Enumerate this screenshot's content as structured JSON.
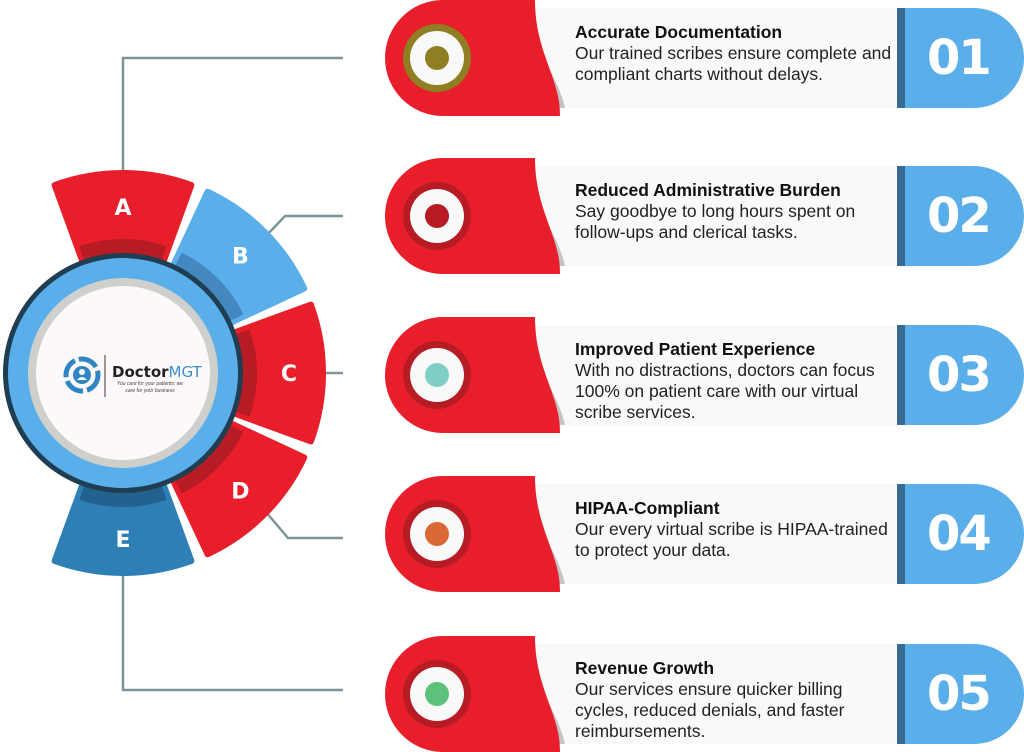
{
  "logo": {
    "brand_a": "Doctor",
    "brand_b": "MGT",
    "tagline_1": "You care for your patients; we",
    "tagline_2": "care for your business"
  },
  "segments": [
    {
      "label": "A",
      "color": "#e91e2b",
      "inner": "#b71c24"
    },
    {
      "label": "B",
      "color": "#5aaeea",
      "inner": "#4488c0"
    },
    {
      "label": "C",
      "color": "#e91e2b",
      "inner": "#b71c24"
    },
    {
      "label": "D",
      "color": "#e91e2b",
      "inner": "#b71c24"
    },
    {
      "label": "E",
      "color": "#2e7fb5",
      "inner": "#23618f"
    }
  ],
  "items": [
    {
      "number": "01",
      "title": "Accurate Documentation",
      "description": "Our trained scribes ensure complete and compliant charts without delays.",
      "ring": "#8f7f22",
      "dot": "#8f7f22"
    },
    {
      "number": "02",
      "title": "Reduced Administrative Burden",
      "description": "Say goodbye to long hours spent on follow-ups and clerical tasks.",
      "ring": "#b71c24",
      "dot": "#b71c24"
    },
    {
      "number": "03",
      "title": "Improved Patient Experience",
      "description": "With no distractions, doctors can focus 100% on patient care with our virtual scribe services.",
      "ring": "#b71c24",
      "dot": "#80cfc6"
    },
    {
      "number": "04",
      "title": "HIPAA-Compliant",
      "description": "Our every virtual scribe is HIPAA-trained to protect your data.",
      "ring": "#b71c24",
      "dot": "#d96a35"
    },
    {
      "number": "05",
      "title": "Revenue Growth",
      "description": "Our services ensure quicker billing cycles, reduced denials, and faster reimbursements.",
      "ring": "#b71c24",
      "dot": "#5cc17a"
    }
  ]
}
